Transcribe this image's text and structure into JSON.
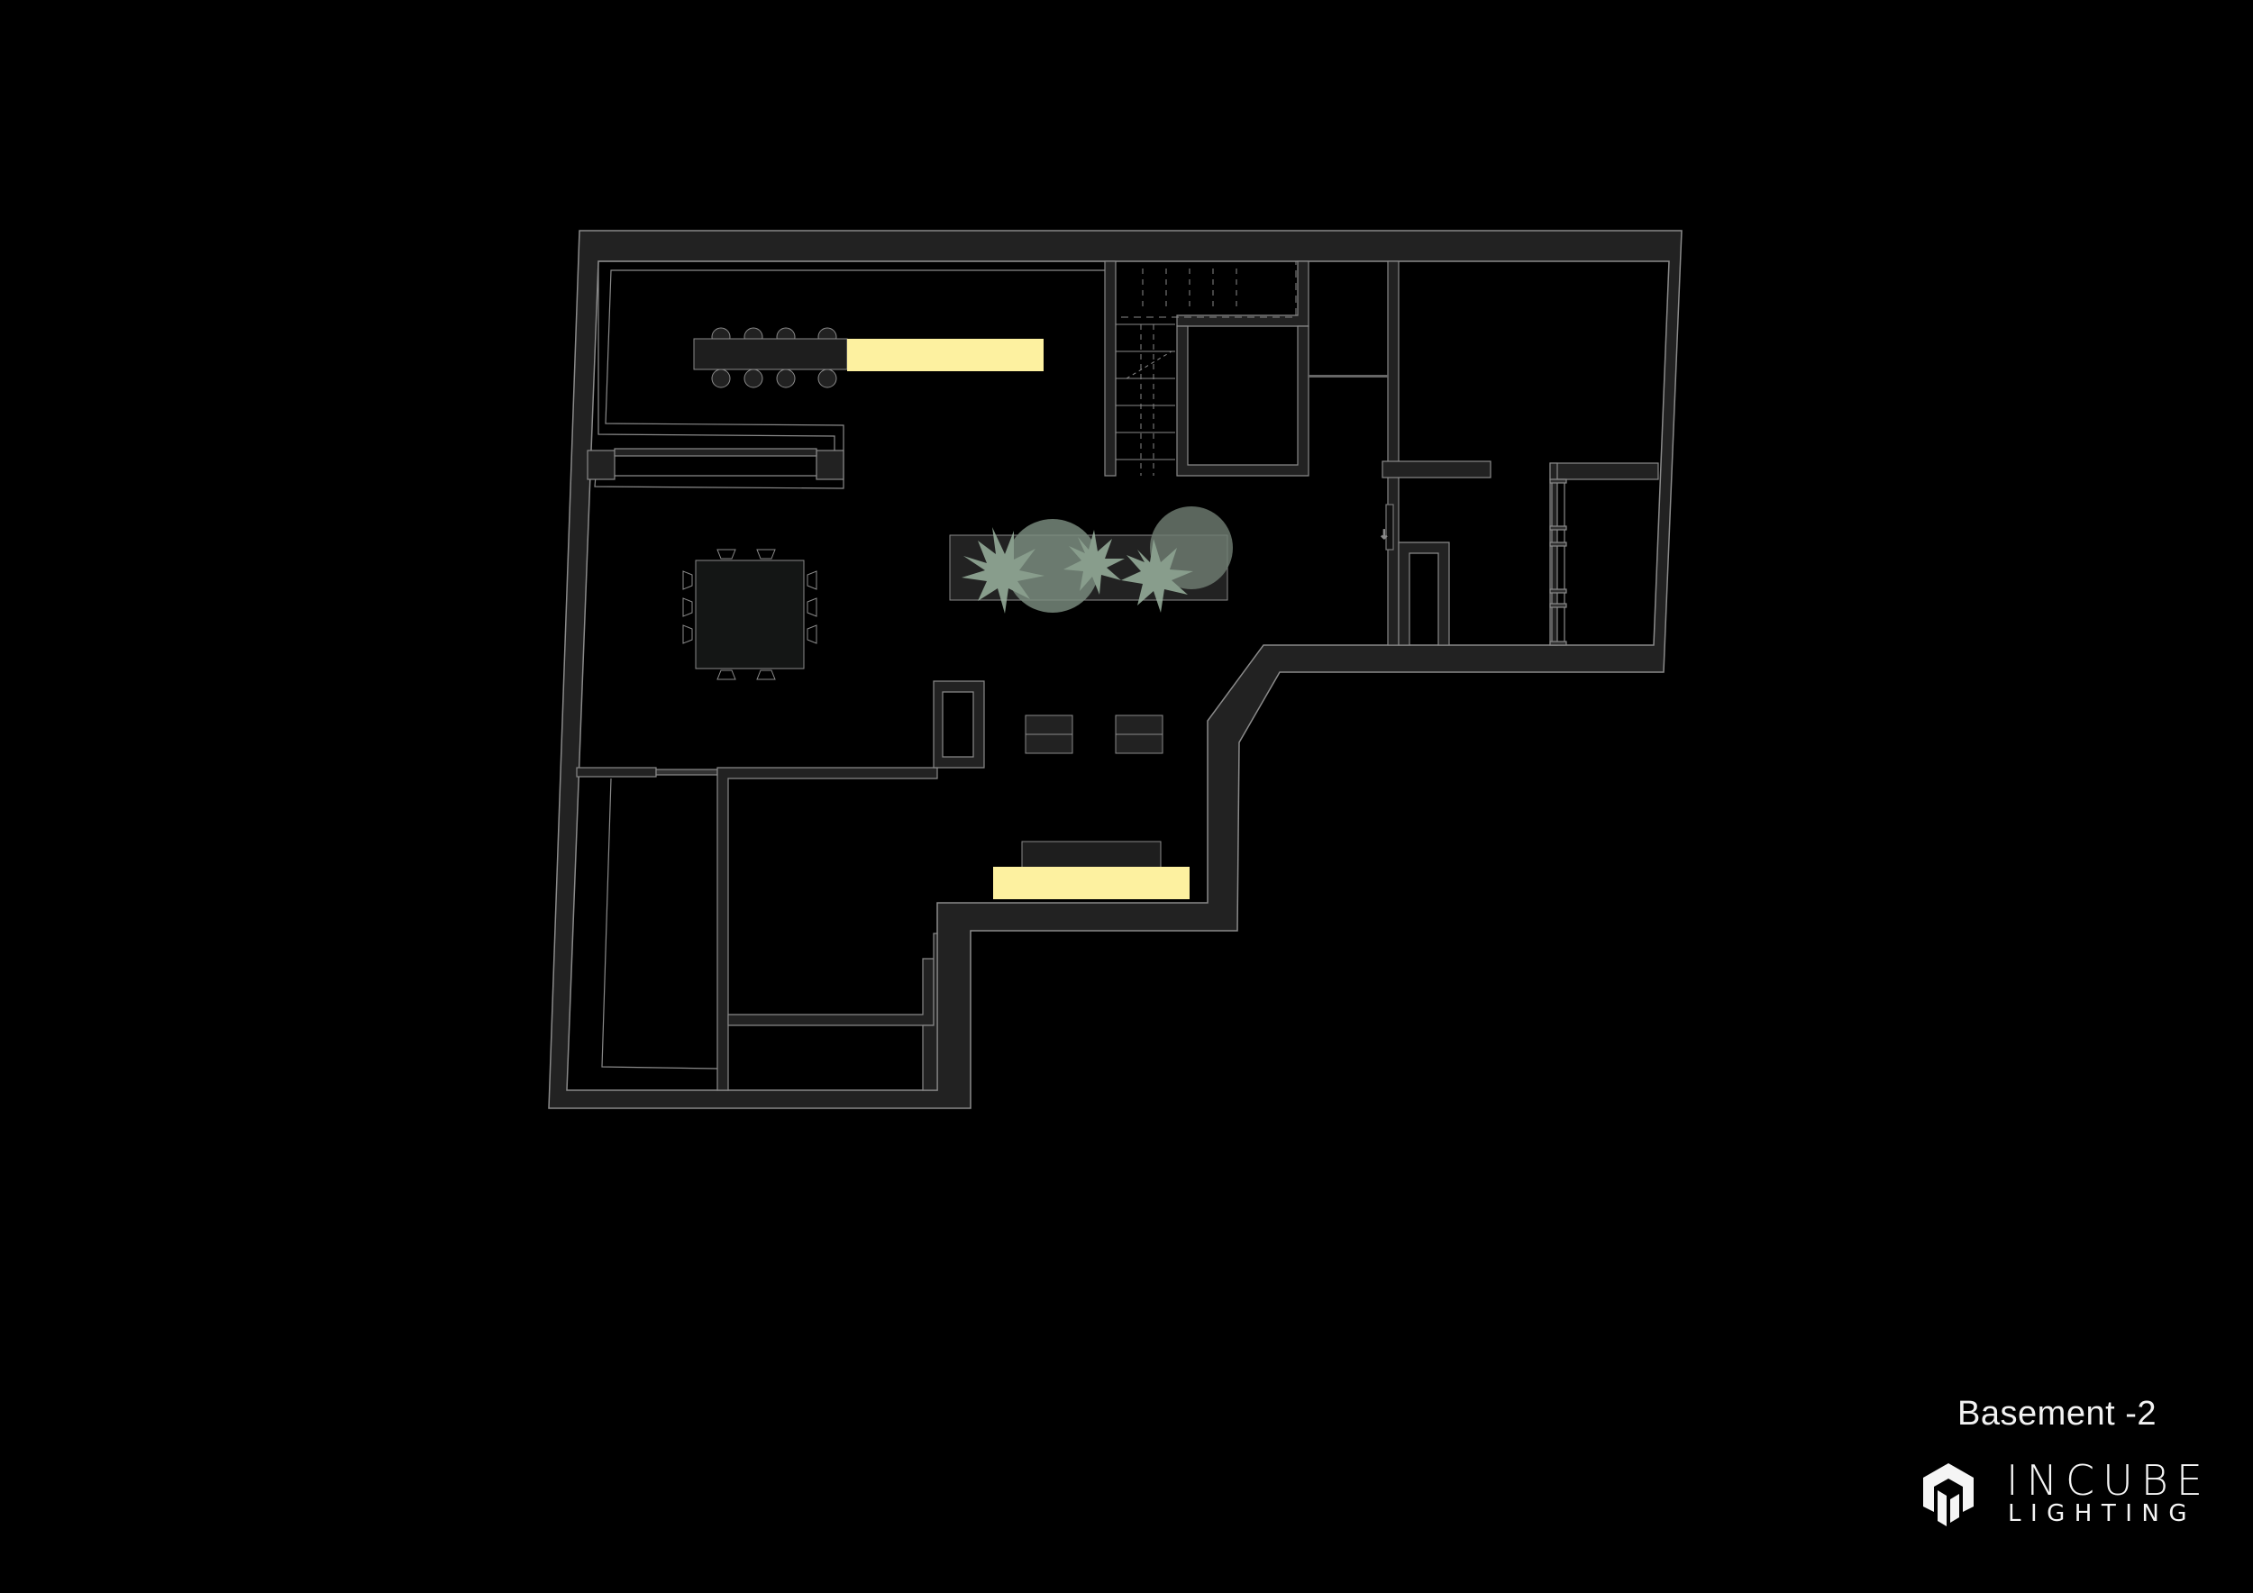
{
  "floor": {
    "title": "Basement -2"
  },
  "brand": {
    "name_line1": "INCUBE",
    "name_line2": "LIGHTING",
    "logo_icon": "cube-logo-icon"
  },
  "colors": {
    "background": "#000000",
    "wall_fill": "#222222",
    "wall_outline": "#8a8a8a",
    "light_highlight": "#fdf1a0",
    "planter_green": "#9fb8a4",
    "text": "#f2f2f2"
  },
  "lighting": {
    "count": 2
  }
}
